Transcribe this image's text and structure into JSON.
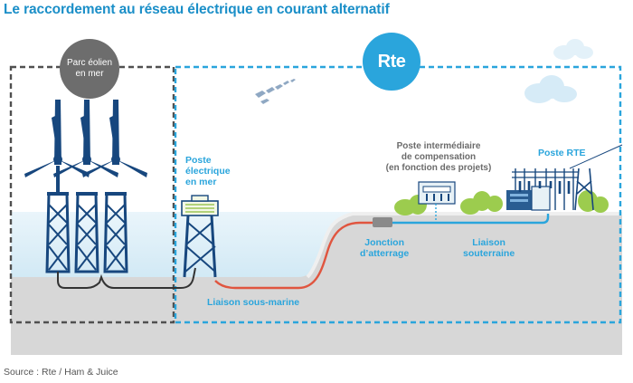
{
  "title": "Le raccordement au réseau électrique en courant alternatif",
  "source": "Source : Rte / Ham & Juice",
  "badges": {
    "parc_line1": "Parc éolien",
    "parc_line2": "en mer",
    "rte": "Rte"
  },
  "labels": {
    "poste_mer_1": "Poste",
    "poste_mer_2": "électrique",
    "poste_mer_3": "en mer",
    "liaison_sous_marine": "Liaison sous-marine",
    "poste_intermediaire_1": "Poste intermédiaire",
    "poste_intermediaire_2": "de compensation",
    "poste_intermediaire_3": "(en fonction des projets)",
    "poste_rte": "Poste RTE",
    "jonction_1": "Jonction",
    "jonction_2": "d’atterrage",
    "liaison_souterraine_1": "Liaison",
    "liaison_souterraine_2": "souterraine"
  },
  "colors": {
    "accent": "#2aa5dc",
    "title": "#1b8fc8",
    "turbine": "#17477e",
    "cable_sea": "#e0553f",
    "cable_land": "#2aa5dc",
    "parc_box": "#6d6d6d"
  },
  "icons": [
    "wind-turbine-icon",
    "offshore-substation-icon",
    "birds-icon",
    "cloud-icon",
    "tree-icon",
    "compensation-station-icon",
    "pylon-icon",
    "junction-box-icon"
  ]
}
